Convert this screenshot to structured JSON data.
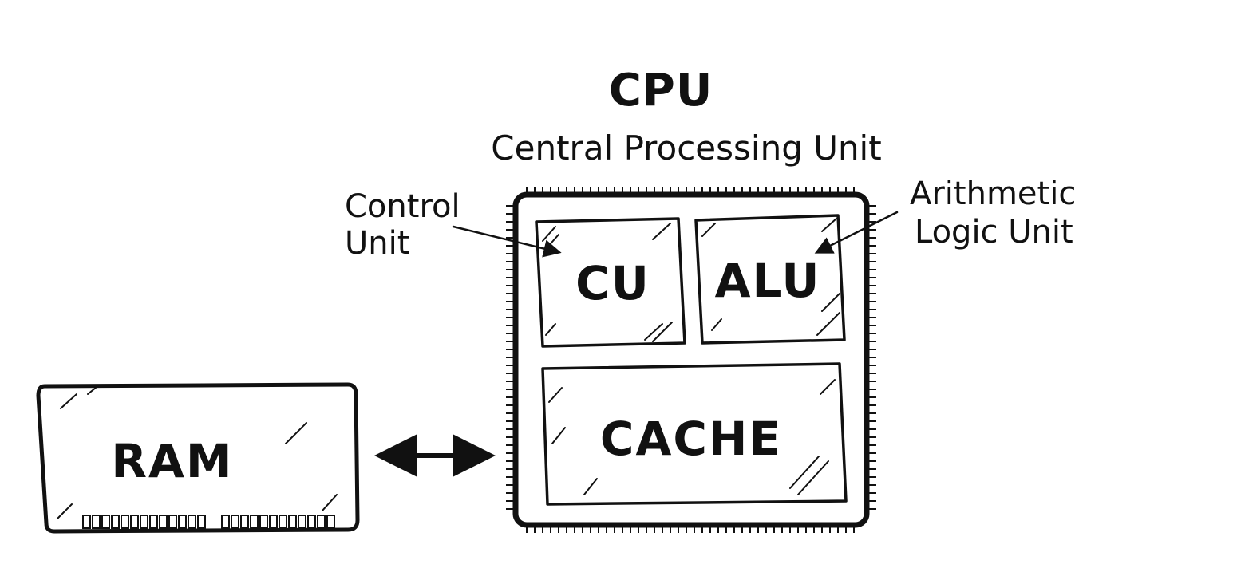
{
  "cpu": {
    "title": "CPU",
    "subtitle": "Central Processing Unit"
  },
  "control_unit": {
    "annotation_line1": "Control",
    "annotation_line2": "Unit",
    "label": "CU"
  },
  "alu": {
    "annotation_line1": "Arithmetic",
    "annotation_line2": "Logic Unit",
    "label": "ALU"
  },
  "cache": {
    "label": "CACHE"
  },
  "ram": {
    "label": "RAM"
  },
  "colors": {
    "ink": "#111111",
    "background": "#ffffff"
  }
}
